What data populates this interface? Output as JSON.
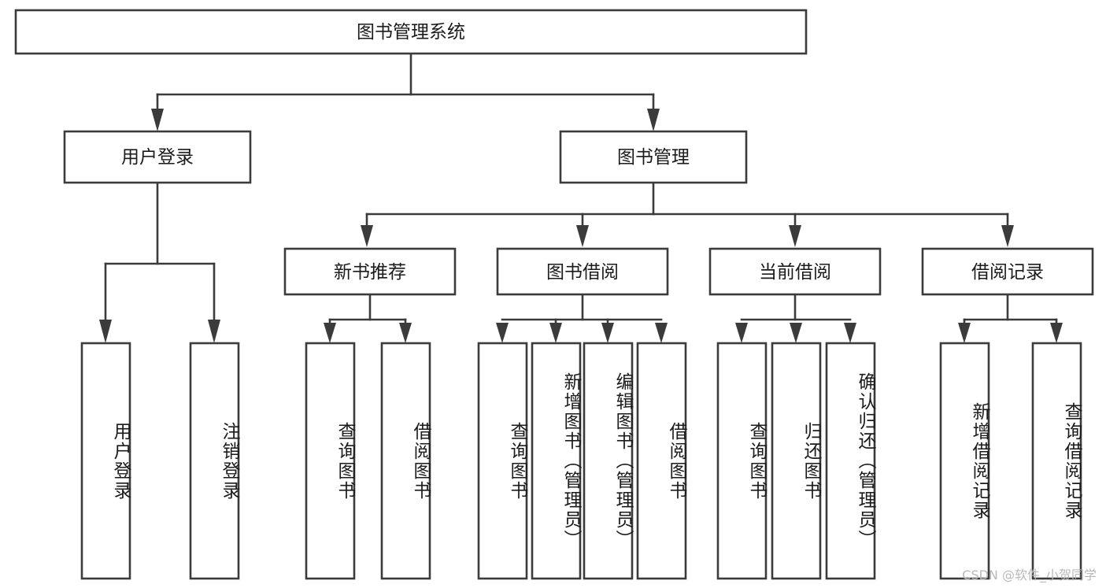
{
  "diagram": {
    "type": "hierarchy-tree",
    "title": "图书管理系统",
    "levels": 4,
    "colors": {
      "box_stroke": "#3b3b3b",
      "box_fill": "#ffffff",
      "text": "#1b1b1b",
      "canvas": "#ffffff",
      "watermark": "#b9b9b9"
    },
    "root": {
      "label": "图书管理系统"
    },
    "level2": [
      {
        "label": "用户登录"
      },
      {
        "label": "图书管理"
      }
    ],
    "level3": [
      {
        "label": "新书推荐"
      },
      {
        "label": "图书借阅"
      },
      {
        "label": "当前借阅"
      },
      {
        "label": "借阅记录"
      }
    ],
    "leaves": {
      "user_login": [
        {
          "label": "用户登录"
        },
        {
          "label": "注销登录"
        }
      ],
      "new_book": [
        {
          "label": "查询图书"
        },
        {
          "label": "借阅图书"
        }
      ],
      "book_borrow": [
        {
          "label": "查询图书"
        },
        {
          "label": "新增图书（管理员）"
        },
        {
          "label": "编辑图书（管理员）"
        },
        {
          "label": "借阅图书"
        }
      ],
      "current_borrow": [
        {
          "label": "查询图书"
        },
        {
          "label": "归还图书"
        },
        {
          "label": "确认归还（管理员）"
        }
      ],
      "borrow_record": [
        {
          "label": "新增借阅记录"
        },
        {
          "label": "查询借阅记录"
        }
      ]
    }
  },
  "watermark": {
    "text": "CSDN @软件_小贺同学"
  }
}
